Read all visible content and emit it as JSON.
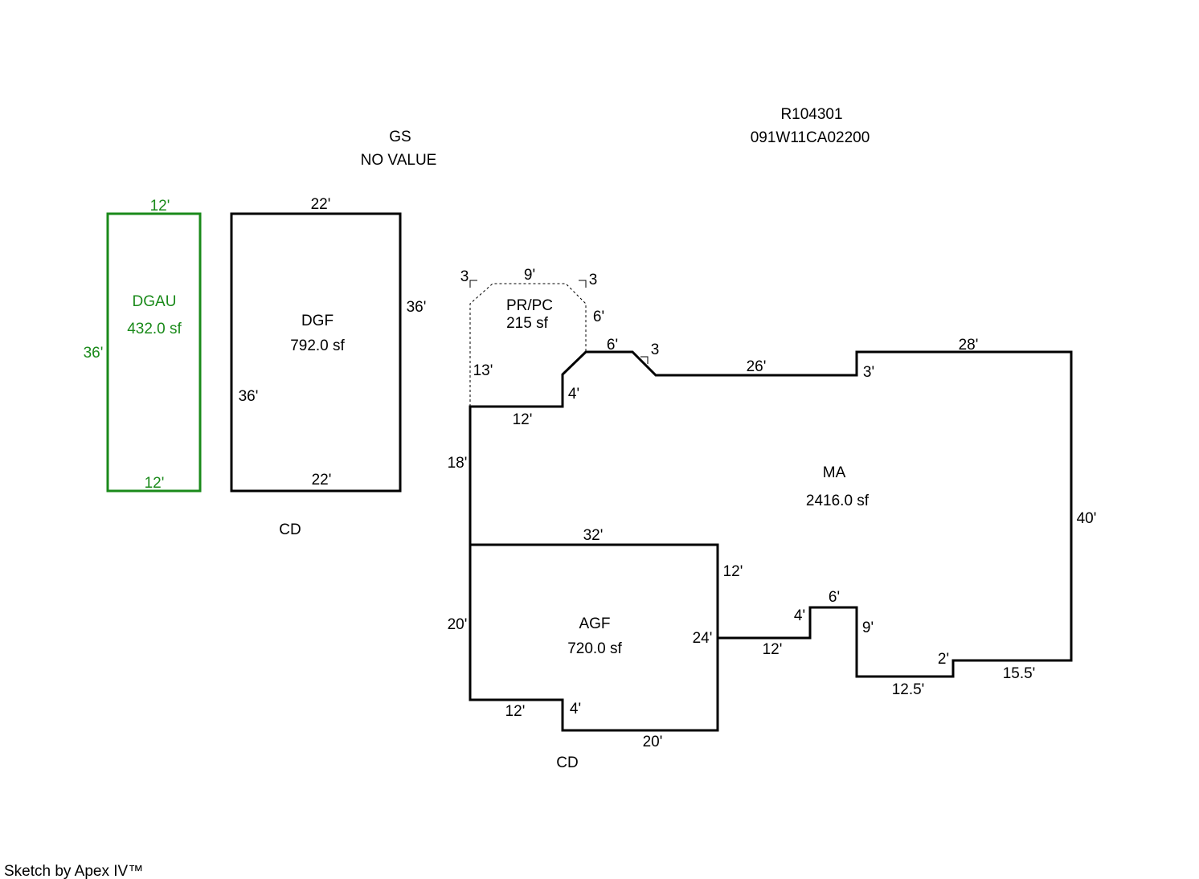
{
  "header": {
    "account": "R104301",
    "map_id": "091W11CA02200"
  },
  "gs": {
    "code": "GS",
    "note": "NO VALUE"
  },
  "footer": {
    "credit": "Sketch by Apex IV™"
  },
  "colors": {
    "outline": "#000000",
    "detached_unfinished": "#1a8a1a"
  },
  "areas": {
    "dgau": {
      "code": "DGAU",
      "area": "432.0 sf",
      "dims": {
        "top": "12'",
        "bottom": "12'",
        "left": "36'"
      }
    },
    "dgf": {
      "code": "DGF",
      "area": "792.0 sf",
      "dims": {
        "top": "22'",
        "bottom": "22'",
        "right": "36'",
        "left": "36'"
      },
      "cd": "CD"
    },
    "pr_pc": {
      "code": "PR/PC",
      "area": "215 sf",
      "dims": {
        "top": "9'",
        "corner_left": "3",
        "corner_right": "3",
        "right": "6'",
        "left": "13'"
      }
    },
    "ma": {
      "code": "MA",
      "area": "2416.0 sf",
      "dims": {
        "seg_12_top": "12'",
        "seg_4_left": "4'",
        "seg_6_top": "6'",
        "seg_3_diag": "3",
        "seg_26": "26'",
        "seg_3_step": "3'",
        "seg_28": "28'",
        "seg_40": "40'",
        "seg_15_5": "15.5'",
        "seg_2": "2'",
        "seg_12_5": "12.5'",
        "seg_9": "9'",
        "seg_6_bump": "6'",
        "seg_4_bump": "4'",
        "seg_12_bottom": "12'",
        "seg_12_right": "12'",
        "seg_18": "18'"
      }
    },
    "agf": {
      "code": "AGF",
      "area": "720.0 sf",
      "dims": {
        "top": "32'",
        "left": "20'",
        "right": "24'",
        "bottom_left": "12'",
        "step": "4'",
        "bottom": "20'"
      },
      "cd": "CD"
    }
  }
}
